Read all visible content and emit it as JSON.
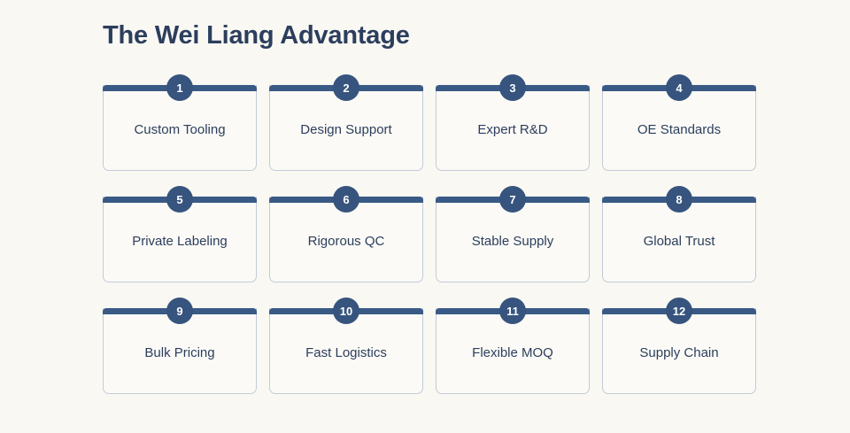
{
  "header": {
    "title": "The Wei Liang Advantage"
  },
  "theme": {
    "background": "#faf8f3",
    "bar_color": "#3a5a86",
    "badge_color": "#36547e",
    "badge_text_color": "#ffffff",
    "text_color": "#2c3e5d",
    "card_border": "#c3cbd8",
    "card_background": "#fbfaf6"
  },
  "grid": {
    "columns": 4,
    "rows": 3,
    "cards": [
      {
        "number": "1",
        "label": "Custom Tooling"
      },
      {
        "number": "2",
        "label": "Design Support"
      },
      {
        "number": "3",
        "label": "Expert R&D"
      },
      {
        "number": "4",
        "label": "OE Standards"
      },
      {
        "number": "5",
        "label": "Private Labeling"
      },
      {
        "number": "6",
        "label": "Rigorous QC"
      },
      {
        "number": "7",
        "label": "Stable Supply"
      },
      {
        "number": "8",
        "label": "Global Trust"
      },
      {
        "number": "9",
        "label": "Bulk Pricing"
      },
      {
        "number": "10",
        "label": "Fast Logistics"
      },
      {
        "number": "11",
        "label": "Flexible MOQ"
      },
      {
        "number": "12",
        "label": "Supply Chain"
      }
    ]
  }
}
